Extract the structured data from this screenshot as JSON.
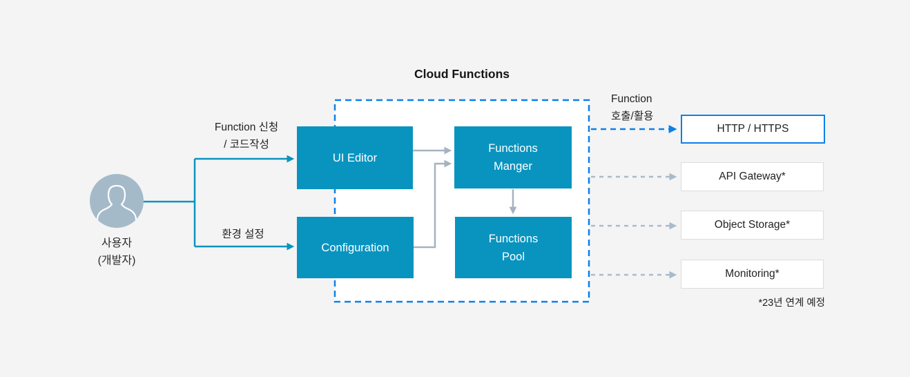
{
  "title": "Cloud Functions",
  "user": {
    "icon": "user-icon",
    "label": "사용자\n(개발자)"
  },
  "edges": {
    "request_label": "Function 신청\n/ 코드작성",
    "config_label": "환경 설정",
    "invoke_label": "Function\n호출/활용"
  },
  "nodes": {
    "ui_editor": "UI Editor",
    "configuration": "Configuration",
    "functions_manager": "Functions\nManger",
    "functions_pool": "Functions\nPool"
  },
  "targets": [
    {
      "label": "HTTP / HTTPS",
      "highlighted": true
    },
    {
      "label": "API Gateway*",
      "highlighted": false
    },
    {
      "label": "Object Storage*",
      "highlighted": false
    },
    {
      "label": "Monitoring*",
      "highlighted": false
    }
  ],
  "footnote": "*23년 연계 예정",
  "colors": {
    "background": "#f4f4f4",
    "node_fill": "#0994c0",
    "teal_line": "#0994c0",
    "blue_dashed": "#0b80e8",
    "gray_arrow": "#a6b2bf",
    "gray_dashed": "#a9bac9",
    "avatar_fill": "#a5bac9",
    "target_border": "#dcdcdc",
    "inner_fill": "#ffffff"
  }
}
